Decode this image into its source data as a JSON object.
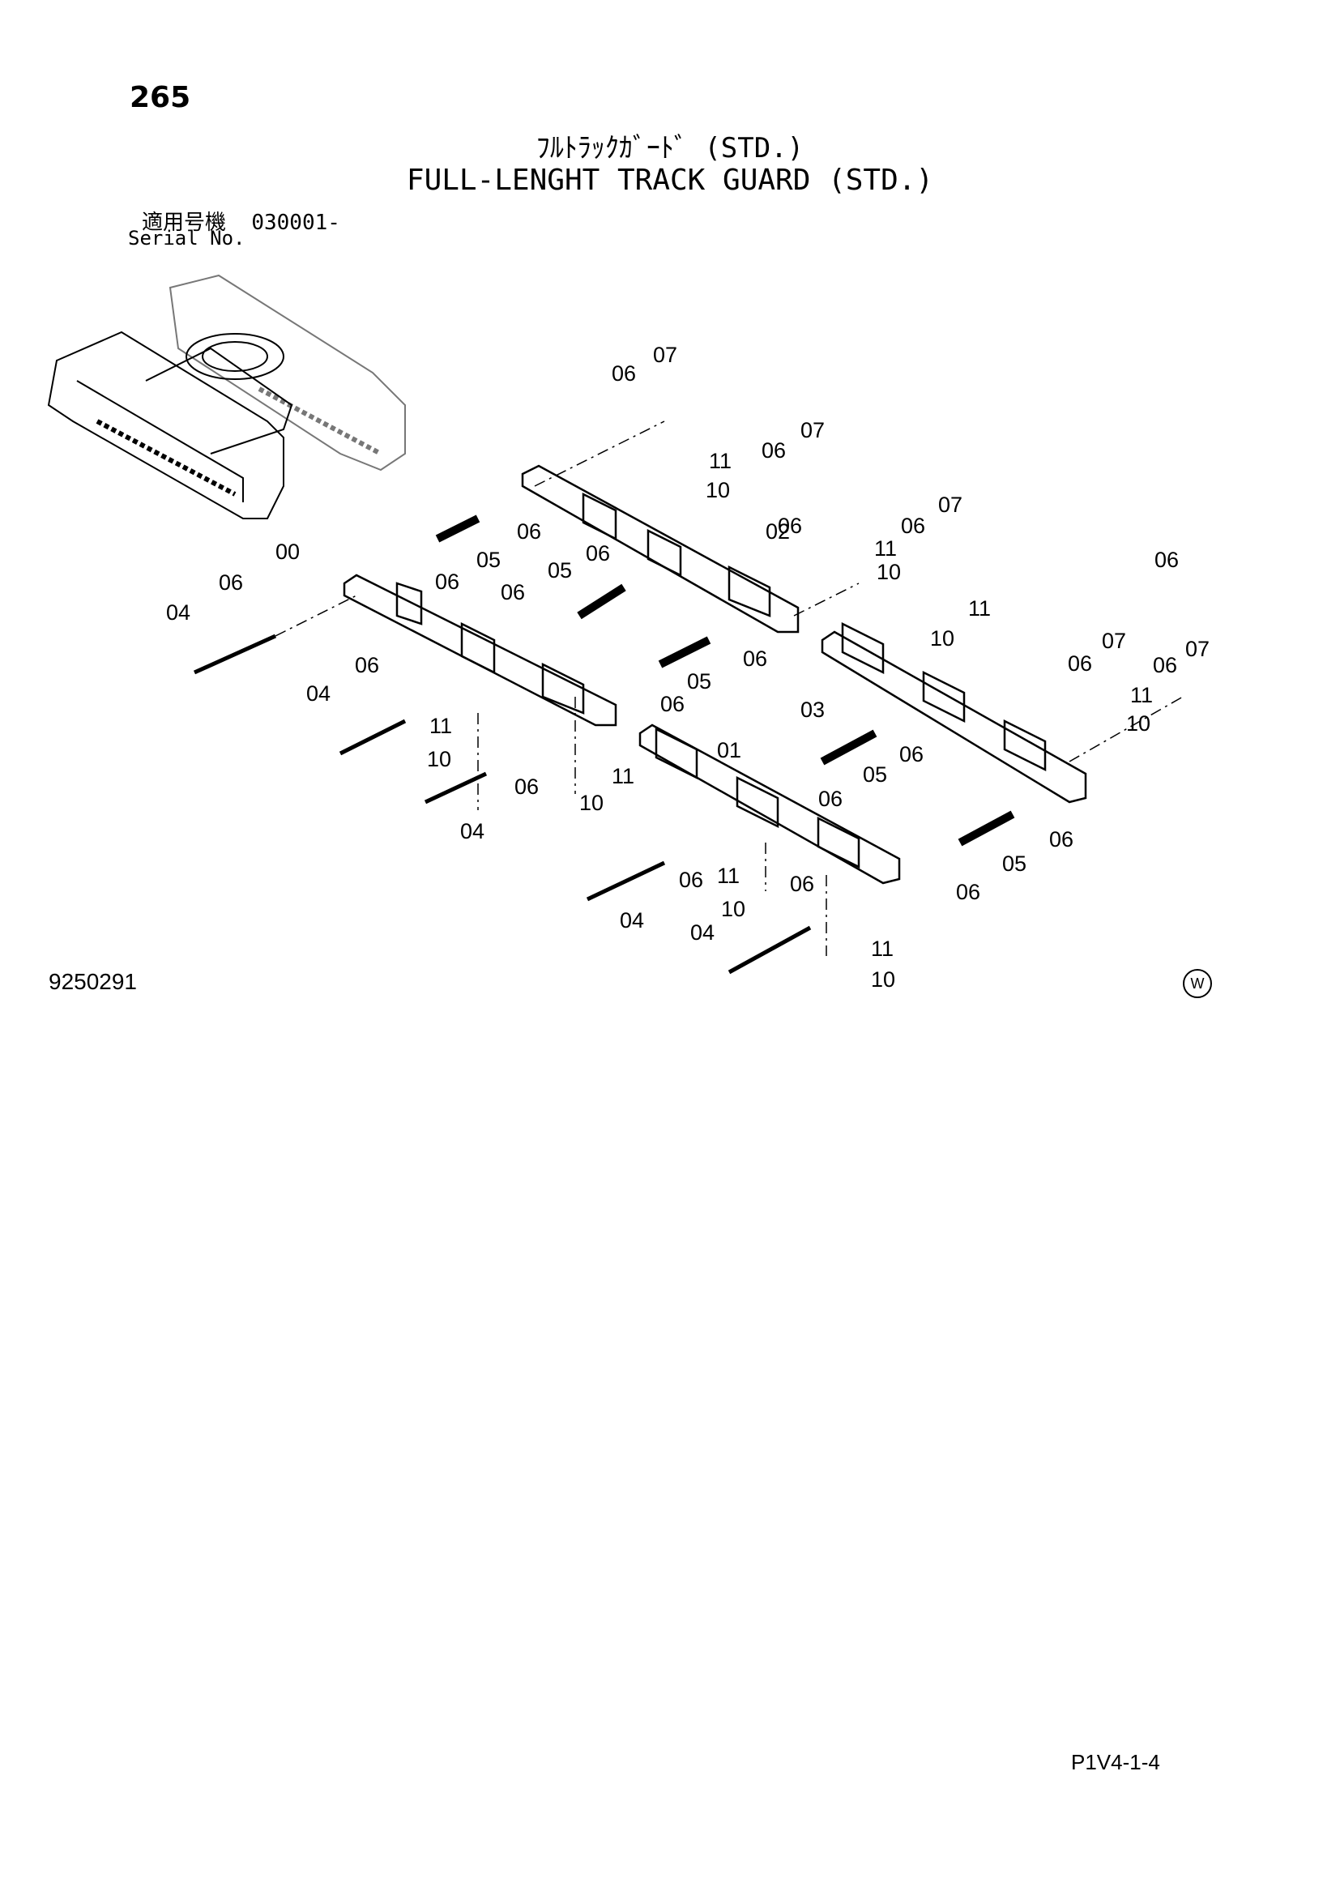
{
  "header": {
    "page_number": "265",
    "title_jp": "ﾌﾙﾄﾗｯｸｶﾞｰﾄﾞ (STD.)",
    "title_en": "FULL-LENGHT TRACK GUARD (STD.)",
    "serial_label_jp": "適用号機",
    "serial_value": "030001-",
    "serial_label_en": "Serial No."
  },
  "footer": {
    "drawing_id": "9250291",
    "mark": "W",
    "page_code": "P1V4-1-4"
  },
  "callouts": [
    {
      "id": "c00",
      "label": "00"
    },
    {
      "id": "c01",
      "label": "01"
    },
    {
      "id": "c02",
      "label": "02"
    },
    {
      "id": "c03",
      "label": "03"
    },
    {
      "id": "c04a",
      "label": "04"
    },
    {
      "id": "c04b",
      "label": "04"
    },
    {
      "id": "c04c",
      "label": "04"
    },
    {
      "id": "c04d",
      "label": "04"
    },
    {
      "id": "c04e",
      "label": "04"
    },
    {
      "id": "c05a",
      "label": "05"
    },
    {
      "id": "c05b",
      "label": "05"
    },
    {
      "id": "c05c",
      "label": "05"
    },
    {
      "id": "c05d",
      "label": "05"
    },
    {
      "id": "c05e",
      "label": "05"
    },
    {
      "id": "c06a",
      "label": "06"
    },
    {
      "id": "c06b",
      "label": "06"
    },
    {
      "id": "c06c",
      "label": "06"
    },
    {
      "id": "c06d",
      "label": "06"
    },
    {
      "id": "c06e",
      "label": "06"
    },
    {
      "id": "c06f",
      "label": "06"
    },
    {
      "id": "c06g",
      "label": "06"
    },
    {
      "id": "c06h",
      "label": "06"
    },
    {
      "id": "c06i",
      "label": "06"
    },
    {
      "id": "c06j",
      "label": "06"
    },
    {
      "id": "c06k",
      "label": "06"
    },
    {
      "id": "c06l",
      "label": "06"
    },
    {
      "id": "c06m",
      "label": "06"
    },
    {
      "id": "c06n",
      "label": "06"
    },
    {
      "id": "c06o",
      "label": "06"
    },
    {
      "id": "c06p",
      "label": "06"
    },
    {
      "id": "c06q",
      "label": "06"
    },
    {
      "id": "c06r",
      "label": "06"
    },
    {
      "id": "c06s",
      "label": "06"
    },
    {
      "id": "c06t",
      "label": "06"
    },
    {
      "id": "c06u",
      "label": "06"
    },
    {
      "id": "c06v",
      "label": "06"
    },
    {
      "id": "c07a",
      "label": "07"
    },
    {
      "id": "c07b",
      "label": "07"
    },
    {
      "id": "c07c",
      "label": "07"
    },
    {
      "id": "c07d",
      "label": "07"
    },
    {
      "id": "c07e",
      "label": "07"
    },
    {
      "id": "c10a",
      "label": "10"
    },
    {
      "id": "c10b",
      "label": "10"
    },
    {
      "id": "c10c",
      "label": "10"
    },
    {
      "id": "c10d",
      "label": "10"
    },
    {
      "id": "c10e",
      "label": "10"
    },
    {
      "id": "c10f",
      "label": "10"
    },
    {
      "id": "c10g",
      "label": "10"
    },
    {
      "id": "c10h",
      "label": "10"
    },
    {
      "id": "c11a",
      "label": "11"
    },
    {
      "id": "c11b",
      "label": "11"
    },
    {
      "id": "c11c",
      "label": "11"
    },
    {
      "id": "c11d",
      "label": "11"
    },
    {
      "id": "c11e",
      "label": "11"
    },
    {
      "id": "c11f",
      "label": "11"
    },
    {
      "id": "c11g",
      "label": "11"
    },
    {
      "id": "c11h",
      "label": "11"
    }
  ]
}
